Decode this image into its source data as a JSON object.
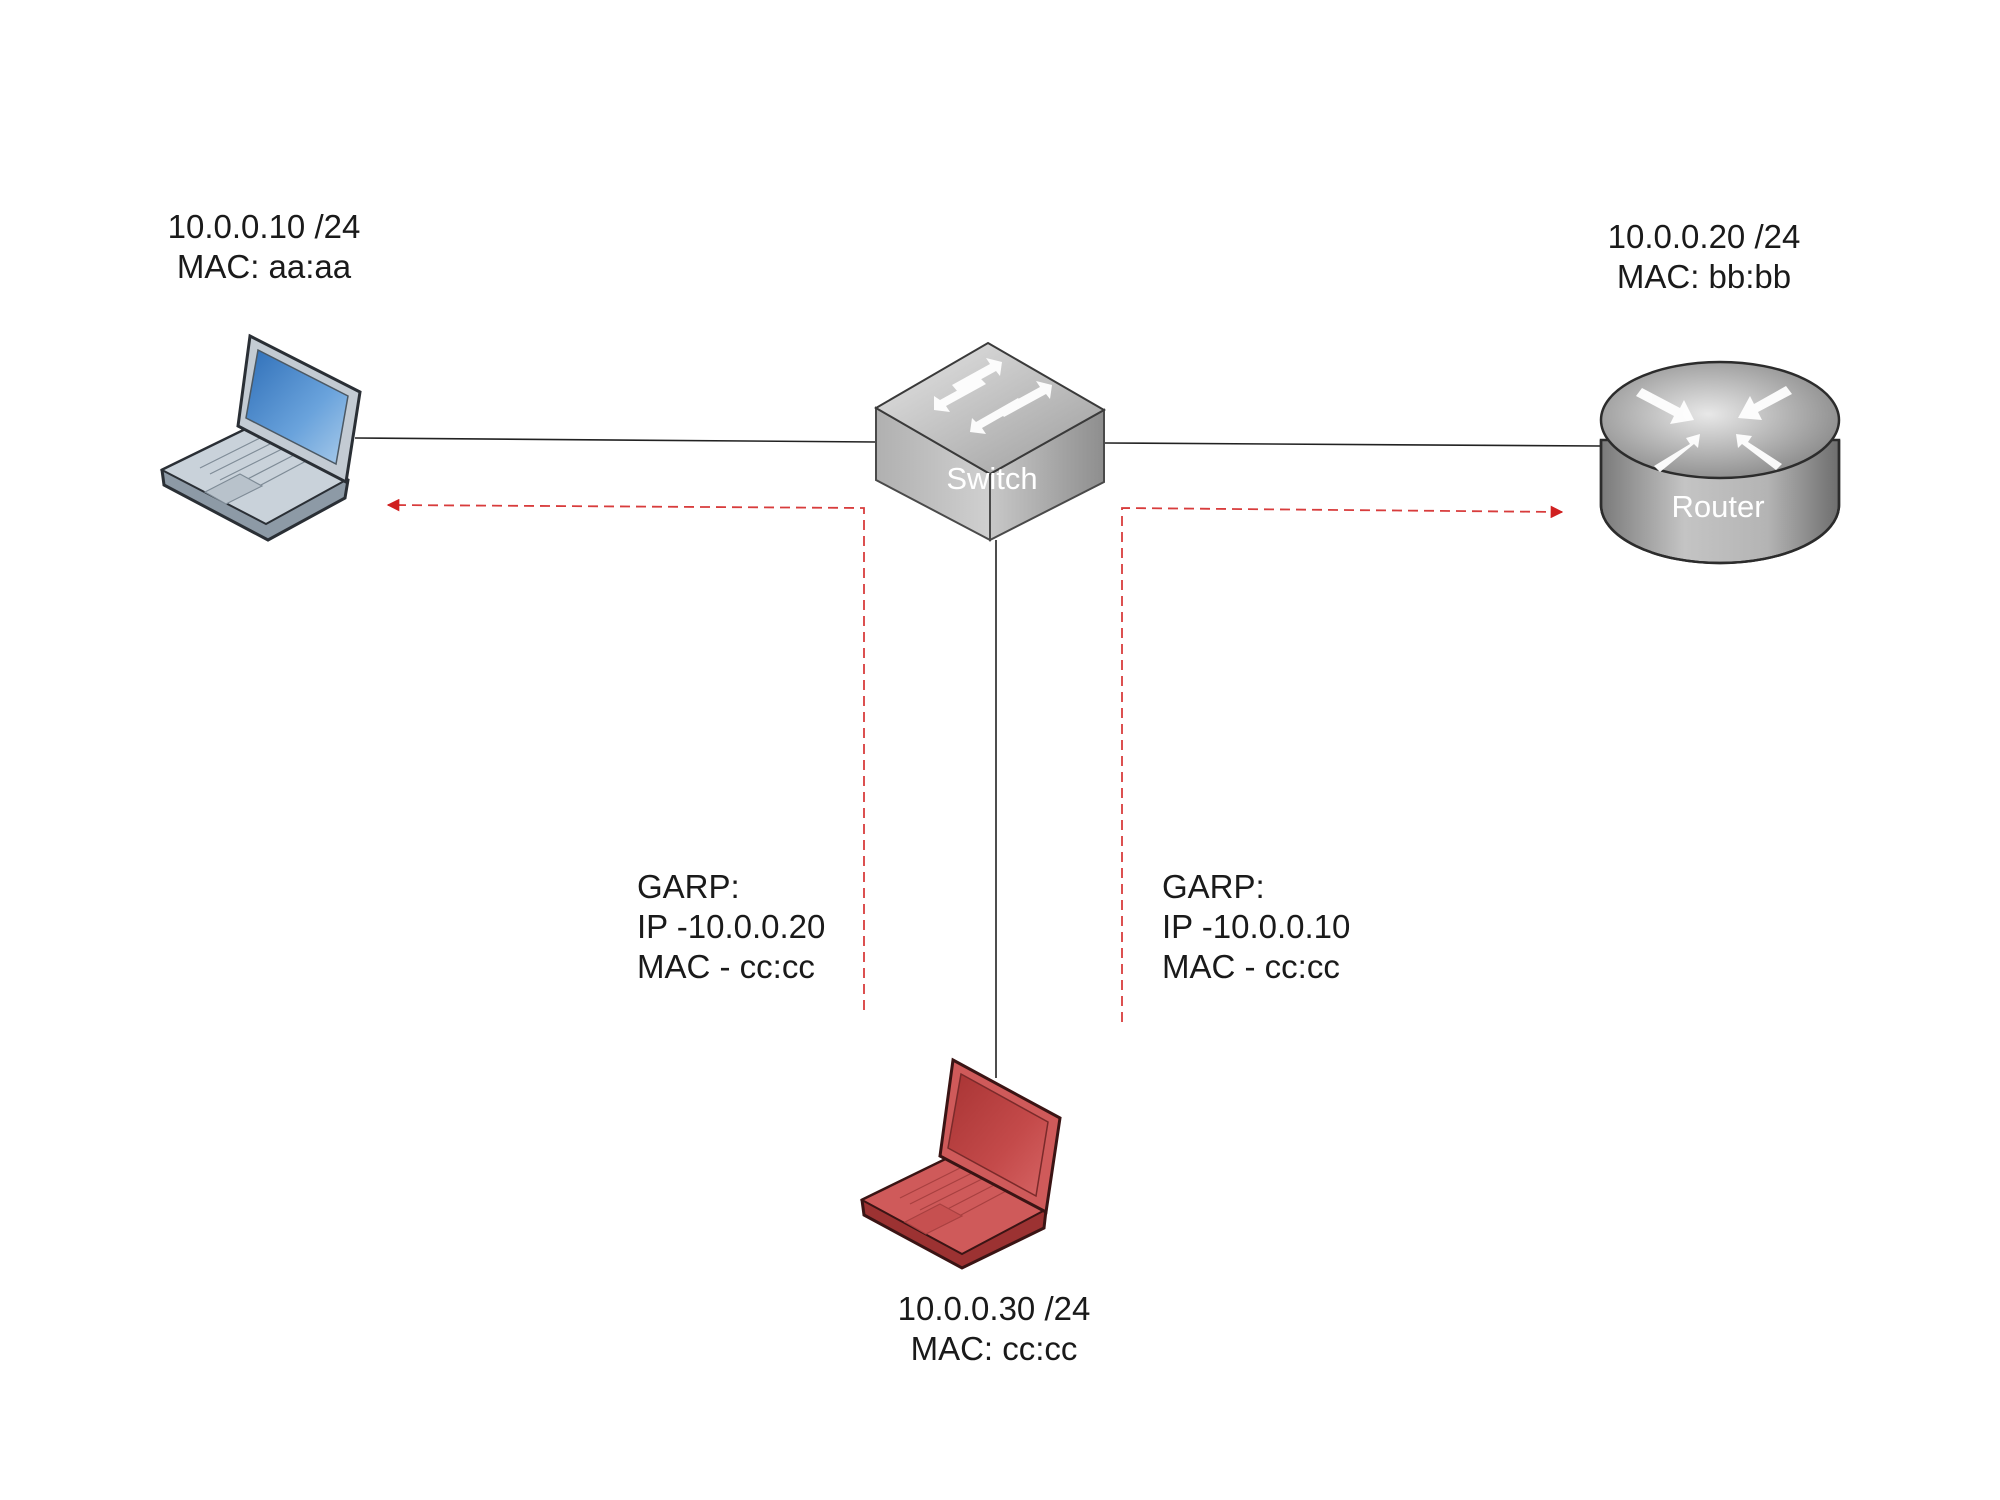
{
  "colors": {
    "link": "#222222",
    "garp_arrow": "#d83c3c",
    "laptop_normal": "#4a90d0",
    "laptop_attacker": "#c84848",
    "device_gray": "#a8a8a8"
  },
  "nodes": {
    "host_a": {
      "icon": "laptop-icon",
      "ip": "10.0.0.10 /24",
      "mac": "MAC: aa:aa"
    },
    "router": {
      "icon": "router-icon",
      "label": "Router",
      "ip": "10.0.0.20 /24",
      "mac": "MAC: bb:bb"
    },
    "switch": {
      "icon": "switch-icon",
      "label": "Switch"
    },
    "attacker": {
      "icon": "laptop-icon",
      "ip": "10.0.0.30 /24",
      "mac": "MAC: cc:cc"
    }
  },
  "links": [
    {
      "from": "host_a",
      "to": "switch"
    },
    {
      "from": "switch",
      "to": "router"
    },
    {
      "from": "switch",
      "to": "attacker"
    }
  ],
  "garp_messages": [
    {
      "direction": "to host_a",
      "lines": [
        "GARP:",
        "IP -10.0.0.20",
        "MAC - cc:cc"
      ]
    },
    {
      "direction": "to router",
      "lines": [
        "GARP:",
        "IP -10.0.0.10",
        "MAC - cc:cc"
      ]
    }
  ]
}
